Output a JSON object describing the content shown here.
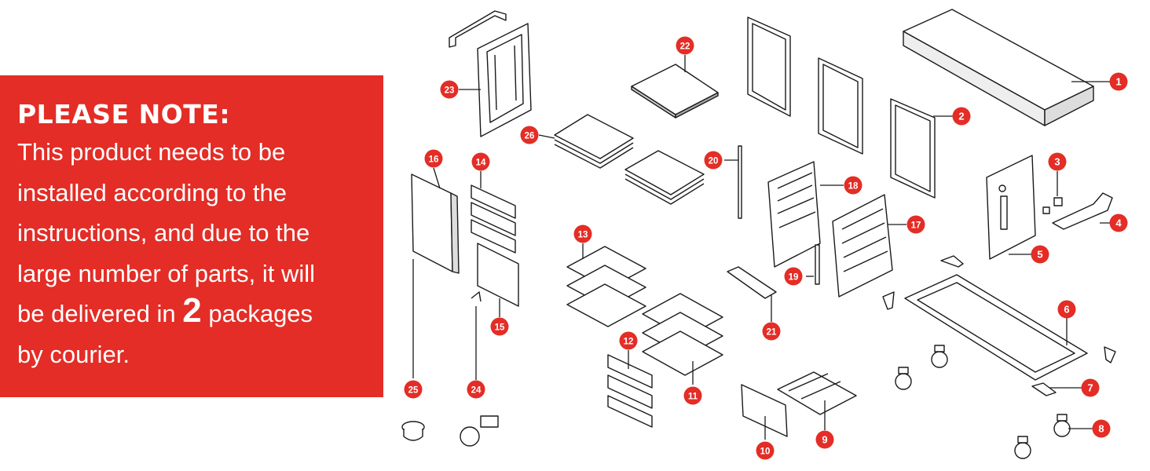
{
  "note": {
    "title": "PLEASE NOTE:",
    "line1": "This product needs to be",
    "line2": "installed according to the",
    "line3": "instructions, and due to the",
    "line4": "large number of parts, it will",
    "line5_before": "be delivered in ",
    "packages_count": "2",
    "line5_after": " packages",
    "line6": "by courier."
  },
  "colors": {
    "panel": "#e32d26",
    "callout": "#e32d26",
    "callout_text": "#ffffff",
    "line_art": "#1a1a1a"
  },
  "parts": [
    {
      "id": "1",
      "label": "1"
    },
    {
      "id": "2",
      "label": "2"
    },
    {
      "id": "3",
      "label": "3"
    },
    {
      "id": "4",
      "label": "4"
    },
    {
      "id": "5",
      "label": "5"
    },
    {
      "id": "6",
      "label": "6"
    },
    {
      "id": "7",
      "label": "7"
    },
    {
      "id": "8",
      "label": "8"
    },
    {
      "id": "9",
      "label": "9"
    },
    {
      "id": "10",
      "label": "10"
    },
    {
      "id": "11",
      "label": "11"
    },
    {
      "id": "12",
      "label": "12"
    },
    {
      "id": "13",
      "label": "13"
    },
    {
      "id": "14",
      "label": "14"
    },
    {
      "id": "15",
      "label": "15"
    },
    {
      "id": "16",
      "label": "16"
    },
    {
      "id": "17",
      "label": "17"
    },
    {
      "id": "18",
      "label": "18"
    },
    {
      "id": "19",
      "label": "19"
    },
    {
      "id": "20",
      "label": "20"
    },
    {
      "id": "21",
      "label": "21"
    },
    {
      "id": "22",
      "label": "22"
    },
    {
      "id": "23",
      "label": "23"
    },
    {
      "id": "24",
      "label": "24"
    },
    {
      "id": "25",
      "label": "25"
    },
    {
      "id": "26",
      "label": "26"
    }
  ]
}
